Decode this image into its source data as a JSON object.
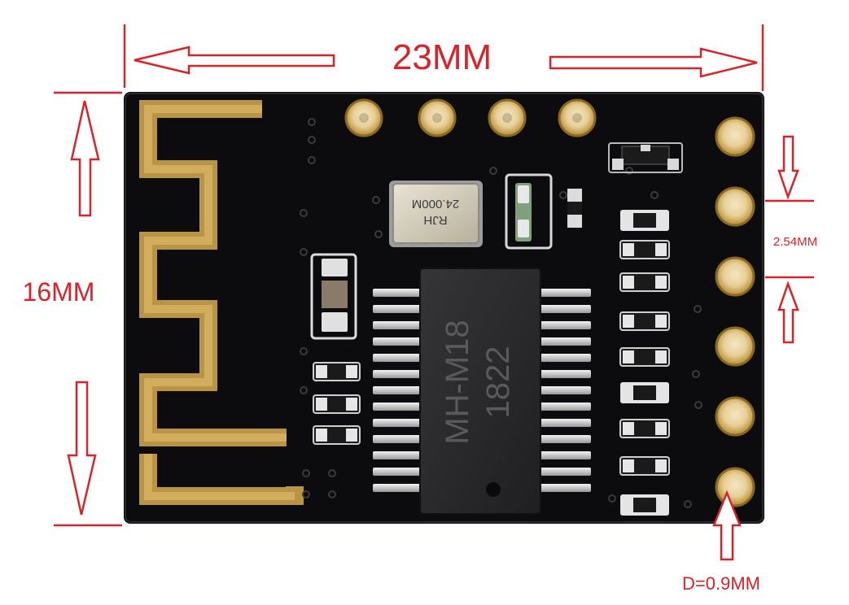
{
  "dimensions": {
    "width_label": "23MM",
    "height_label": "16MM",
    "pitch_label": "2.54MM",
    "hole_label": "D=0.9MM"
  },
  "components": {
    "chip_line1": "MH-M18",
    "chip_line2": "1822",
    "crystal_line1": "24.000M",
    "crystal_line2": "RJH"
  },
  "colors": {
    "annotation": "#d9232a",
    "pcb": "#0c0c0e",
    "gold": "#c9a24a",
    "chip": "#2a2a2c"
  }
}
